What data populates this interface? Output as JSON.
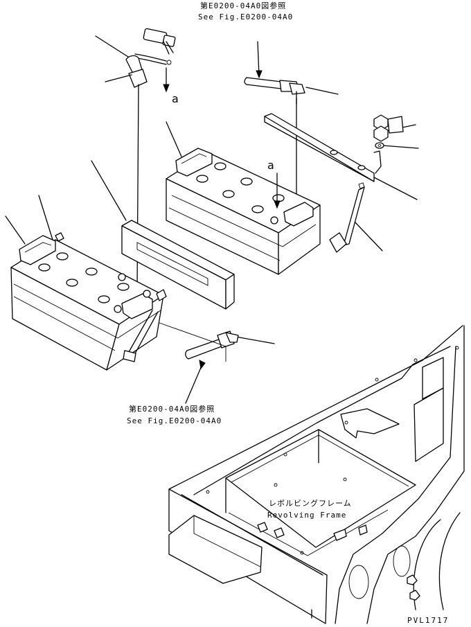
{
  "refs": {
    "top_jp": "第E0200-04A0図参照",
    "top_en": "See Fig.E0200-04A0",
    "bottom_jp": "第E0200-04A0図参照",
    "bottom_en": "See Fig.E0200-04A0"
  },
  "frame": {
    "jp": "レボルビングフレーム",
    "en": "Revolving Frame"
  },
  "markers": {
    "a1": "a",
    "a2": "a"
  },
  "drawing_id": "PVL1717"
}
